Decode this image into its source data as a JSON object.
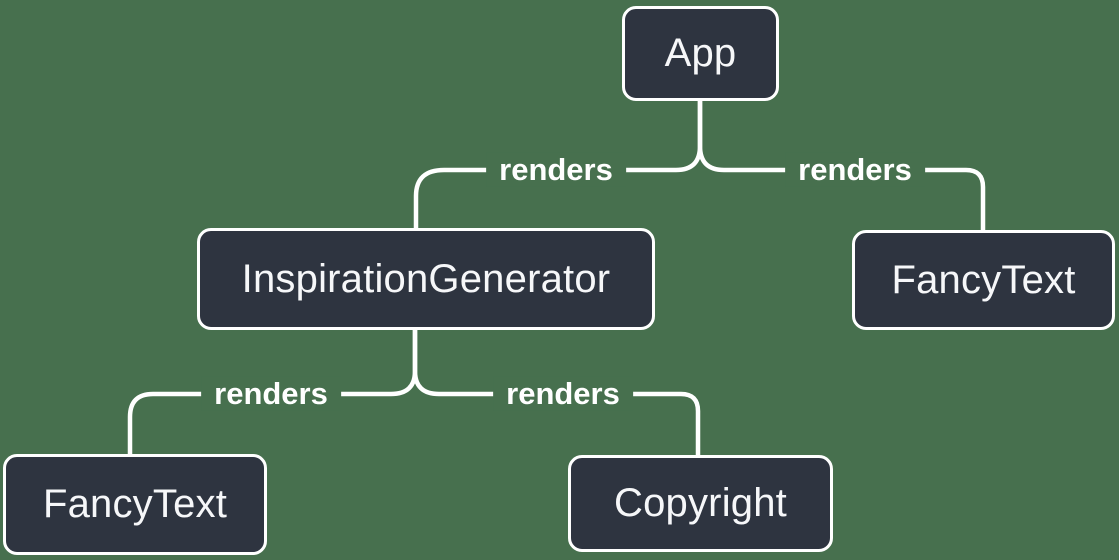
{
  "colors": {
    "background": "#47704E",
    "node_fill": "#2E3440",
    "node_border": "#FFFFFF",
    "node_text": "#F6F7F9",
    "edge_line": "#FFFFFF",
    "edge_label_text": "#FFFFFF"
  },
  "nodes": [
    {
      "id": "app",
      "label": "App"
    },
    {
      "id": "inspiration-generator",
      "label": "InspirationGenerator"
    },
    {
      "id": "fancy-text-top",
      "label": "FancyText"
    },
    {
      "id": "fancy-text-bottom",
      "label": "FancyText"
    },
    {
      "id": "copyright",
      "label": "Copyright"
    }
  ],
  "edges": [
    {
      "from": "App",
      "to": "InspirationGenerator",
      "label": "renders"
    },
    {
      "from": "App",
      "to": "FancyText",
      "label": "renders"
    },
    {
      "from": "InspirationGenerator",
      "to": "FancyText",
      "label": "renders"
    },
    {
      "from": "InspirationGenerator",
      "to": "Copyright",
      "label": "renders"
    }
  ]
}
